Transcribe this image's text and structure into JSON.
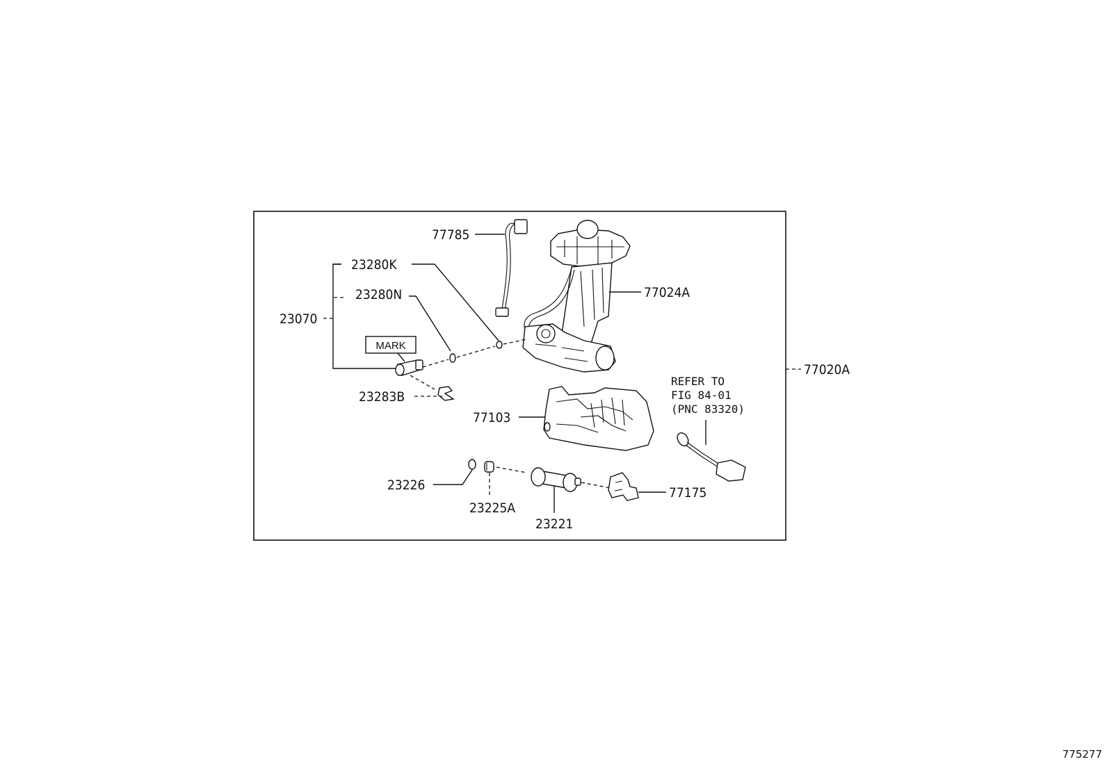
{
  "diagram": {
    "frame_part": "77020A",
    "parts": {
      "p77785": "77785",
      "p23280K": "23280K",
      "p23280N": "23280N",
      "p23070": "23070",
      "mark": "MARK",
      "p23283B": "23283B",
      "p77024A": "77024A",
      "p77103": "77103",
      "p23226": "23226",
      "p23225A": "23225A",
      "p23221": "23221",
      "p77175": "77175"
    },
    "reference": {
      "line1": "REFER TO",
      "line2": "FIG 84-01",
      "line3": "(PNC 83320)"
    },
    "illustration_id": "775277"
  }
}
